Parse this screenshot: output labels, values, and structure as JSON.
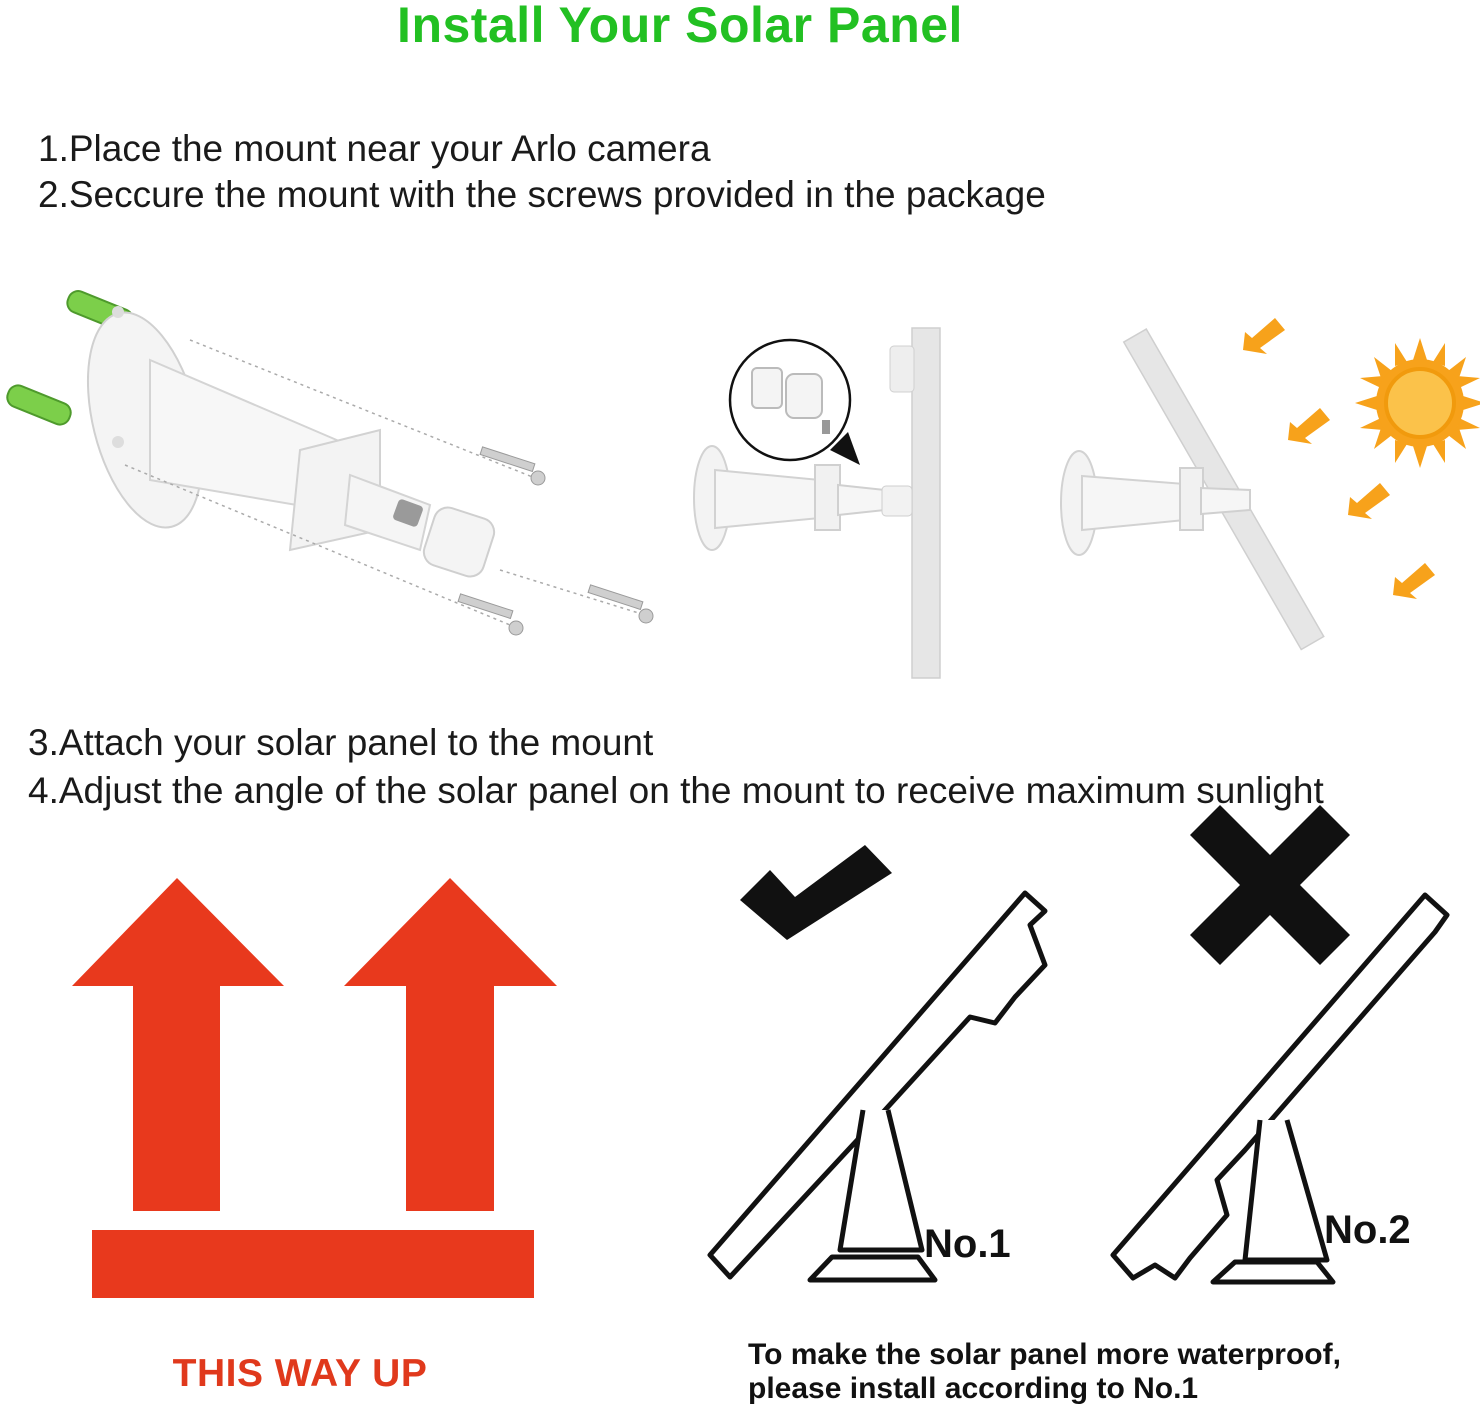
{
  "title": "Install Your Solar Panel",
  "steps": [
    "1.Place the mount near your Arlo camera",
    "2.Seccure the mount with the screws provided in the package",
    "3.Attach your solar panel to the mount",
    "4.Adjust the angle of the solar panel on the mount to receive maximum sunlight"
  ],
  "orientation_label": "THIS WAY UP",
  "options": [
    {
      "label": "No.1",
      "mark": "check-icon"
    },
    {
      "label": "No.2",
      "mark": "cross-icon"
    }
  ],
  "note_lines": [
    "To make the solar panel more waterproof,",
    "please install according to No.1"
  ],
  "colors": {
    "title": "#22c022",
    "arrow_red": "#e8391d",
    "anchor_green": "#7ccf4a",
    "sun_orange": "#f7a21b",
    "mount_white": "#f2f2f2",
    "line_black": "#111111"
  }
}
